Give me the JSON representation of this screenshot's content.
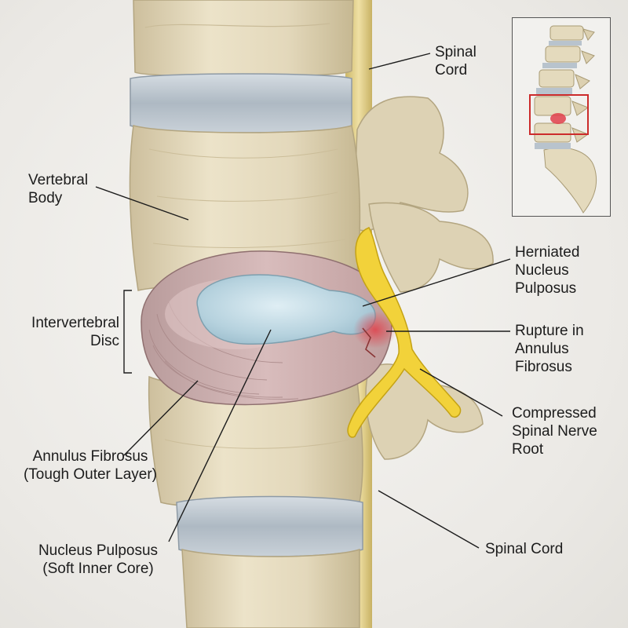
{
  "labels": {
    "spinal_cord_top": [
      "Spinal",
      "Cord"
    ],
    "vertebral_body": [
      "Vertebral",
      "Body"
    ],
    "herniated_nucleus": [
      "Herniated",
      "Nucleus",
      "Pulposus"
    ],
    "intervertebral_disc": [
      "Intervertebral",
      "Disc"
    ],
    "rupture": [
      "Rupture in",
      "Annulus",
      "Fibrosus"
    ],
    "compressed_nerve": [
      "Compressed",
      "Spinal Nerve",
      "Root"
    ],
    "annulus_fibrosus": [
      "Annulus Fibrosus",
      "(Tough Outer Layer)"
    ],
    "nucleus_pulposus": [
      "Nucleus Pulposus",
      "(Soft Inner Core)"
    ],
    "spinal_cord_bottom": [
      "Spinal Cord"
    ]
  },
  "colors": {
    "bone": "#e6dcc0",
    "bone_shadow": "#c9bb98",
    "disc_band": "#b9c3cc",
    "annulus": "#c9a8a8",
    "nucleus": "#b8d3df",
    "nerve": "#f2d23a",
    "spinal_cord": "#e3d08a",
    "inset_highlight": "#cc2b2b"
  }
}
